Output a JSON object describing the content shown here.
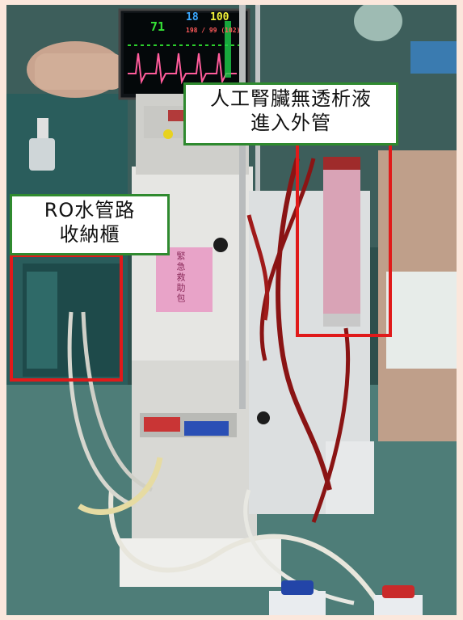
{
  "annotations": [
    {
      "id": "dialysate-line",
      "label_lines": [
        "人工腎臟無透析液",
        "進入外管"
      ]
    },
    {
      "id": "ro-cabinet",
      "label_lines": [
        "RO水管路",
        "收納櫃"
      ]
    }
  ],
  "monitor": {
    "heart_rate": "71",
    "spo2": "18",
    "spo2_percent": "100",
    "blood_pressure": "198 / 99 (102)"
  },
  "emergency_pouch_text": "緊急救助包",
  "colors": {
    "frame_background": "#fbe7dc",
    "callout_border": "#e01a1a",
    "label_border": "#2f8a2f"
  }
}
